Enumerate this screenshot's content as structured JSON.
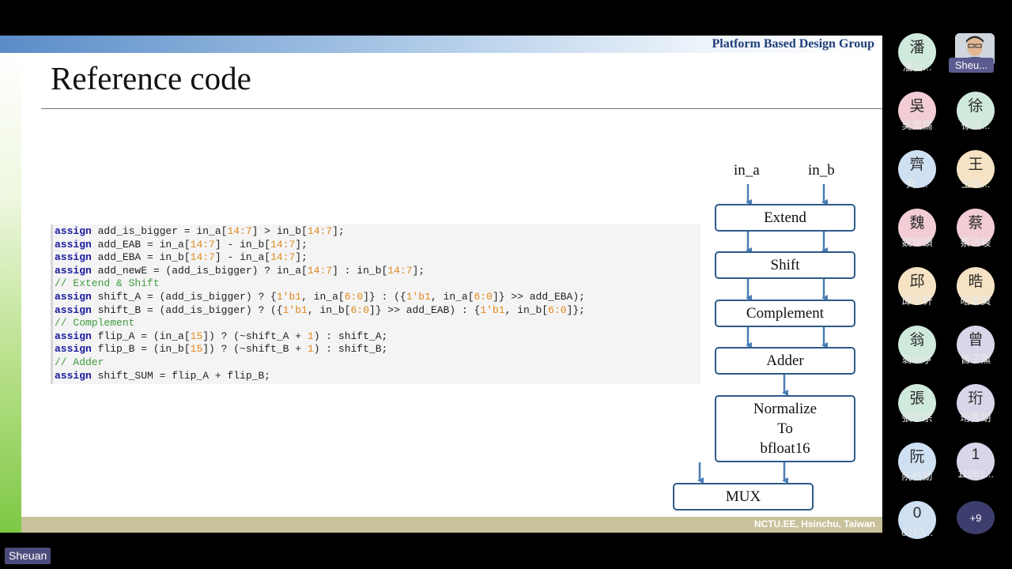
{
  "slide": {
    "group_name": "Platform Based Design Group",
    "title": "Reference code",
    "footer": "NCTU.EE, Hsinchu, Taiwan"
  },
  "code_lines": [
    [
      {
        "t": "assign",
        "c": "kw"
      },
      {
        "t": " add_is_bigger = in_a["
      },
      {
        "t": "14:7",
        "c": "num"
      },
      {
        "t": "] > in_b["
      },
      {
        "t": "14:7",
        "c": "num"
      },
      {
        "t": "];"
      }
    ],
    [
      {
        "t": "assign",
        "c": "kw"
      },
      {
        "t": " add_EAB = in_a["
      },
      {
        "t": "14:7",
        "c": "num"
      },
      {
        "t": "] - in_b["
      },
      {
        "t": "14:7",
        "c": "num"
      },
      {
        "t": "];"
      }
    ],
    [
      {
        "t": "assign",
        "c": "kw"
      },
      {
        "t": " add_EBA = in_b["
      },
      {
        "t": "14:7",
        "c": "num"
      },
      {
        "t": "] - in_a["
      },
      {
        "t": "14:7",
        "c": "num"
      },
      {
        "t": "];"
      }
    ],
    [
      {
        "t": "assign",
        "c": "kw"
      },
      {
        "t": " add_newE = (add_is_bigger) ? in_a["
      },
      {
        "t": "14:7",
        "c": "num"
      },
      {
        "t": "] : in_b["
      },
      {
        "t": "14:7",
        "c": "num"
      },
      {
        "t": "];"
      }
    ],
    [
      {
        "t": "// Extend & Shift",
        "c": "cmt"
      }
    ],
    [
      {
        "t": "assign",
        "c": "kw"
      },
      {
        "t": " shift_A = (add_is_bigger) ? {"
      },
      {
        "t": "1'b1",
        "c": "num"
      },
      {
        "t": ", in_a["
      },
      {
        "t": "6:0",
        "c": "num"
      },
      {
        "t": "]} : ({"
      },
      {
        "t": "1'b1",
        "c": "num"
      },
      {
        "t": ", in_a["
      },
      {
        "t": "6:0",
        "c": "num"
      },
      {
        "t": "]} >> add_EBA);"
      }
    ],
    [
      {
        "t": "assign",
        "c": "kw"
      },
      {
        "t": " shift_B = (add_is_bigger) ? ({"
      },
      {
        "t": "1'b1",
        "c": "num"
      },
      {
        "t": ", in_b["
      },
      {
        "t": "6:0",
        "c": "num"
      },
      {
        "t": "]} >> add_EAB) : {"
      },
      {
        "t": "1'b1",
        "c": "num"
      },
      {
        "t": ", in_b["
      },
      {
        "t": "6:0",
        "c": "num"
      },
      {
        "t": "]};"
      }
    ],
    [
      {
        "t": "// Complement",
        "c": "cmt"
      }
    ],
    [
      {
        "t": "assign",
        "c": "kw"
      },
      {
        "t": " flip_A = (in_a["
      },
      {
        "t": "15",
        "c": "num"
      },
      {
        "t": "]) ? (~shift_A + "
      },
      {
        "t": "1",
        "c": "num"
      },
      {
        "t": ") : shift_A;"
      }
    ],
    [
      {
        "t": "assign",
        "c": "kw"
      },
      {
        "t": " flip_B = (in_b["
      },
      {
        "t": "15",
        "c": "num"
      },
      {
        "t": "]) ? (~shift_B + "
      },
      {
        "t": "1",
        "c": "num"
      },
      {
        "t": ") : shift_B;"
      }
    ],
    [
      {
        "t": "// Adder",
        "c": "cmt"
      }
    ],
    [
      {
        "t": "assign",
        "c": "kw"
      },
      {
        "t": " shift_SUM = flip_A + flip_B;"
      }
    ]
  ],
  "diagram": {
    "inputs": {
      "a": "in_a",
      "b": "in_b"
    },
    "blocks": {
      "extend": "Extend",
      "shift": "Shift",
      "complement": "Complement",
      "adder": "Adder",
      "normalize": [
        "Normalize",
        "To",
        "bfloat16"
      ],
      "mux": "MUX"
    }
  },
  "participants": [
    {
      "avatar": "潘",
      "name": "潘信...",
      "color": "#cfe9dc"
    },
    {
      "avatar": "",
      "name": "Sheu...",
      "color": "#d9dde2",
      "is_photo": true
    },
    {
      "avatar": "吳",
      "name": "吳奕儒",
      "color": "#f2cdd5"
    },
    {
      "avatar": "徐",
      "name": "徐浚...",
      "color": "#cfe9dc"
    },
    {
      "avatar": "齊",
      "name": "齊 ...",
      "color": "#cfe0f2"
    },
    {
      "avatar": "王",
      "name": "王銘...",
      "color": "#f6e3c4"
    },
    {
      "avatar": "魏",
      "name": "魏瑋頡",
      "color": "#f2cdd5"
    },
    {
      "avatar": "蔡",
      "name": "蔡岳峻",
      "color": "#f2cdd5"
    },
    {
      "avatar": "邱",
      "name": "邱子軒",
      "color": "#f6e3c4"
    },
    {
      "avatar": "晧",
      "name": "晧羣黃",
      "color": "#f6e3c4"
    },
    {
      "avatar": "翁",
      "name": "翁碩亨",
      "color": "#cfe9dc"
    },
    {
      "avatar": "曾",
      "name": "曾子薰",
      "color": "#d9d6ea"
    },
    {
      "avatar": "張",
      "name": "張承宗",
      "color": "#cfe9dc"
    },
    {
      "avatar": "珩",
      "name": "珩秀胡",
      "color": "#d9d6ea"
    },
    {
      "avatar": "阮",
      "name": "阮楷勳",
      "color": "#cfe0f2"
    },
    {
      "avatar": "1",
      "name": "11051...",
      "color": "#d9d6ea"
    },
    {
      "avatar": "0",
      "name": "0710...",
      "color": "#cfe0f2"
    }
  ],
  "more_participants": "+9",
  "speaker_label": "Sheuan"
}
